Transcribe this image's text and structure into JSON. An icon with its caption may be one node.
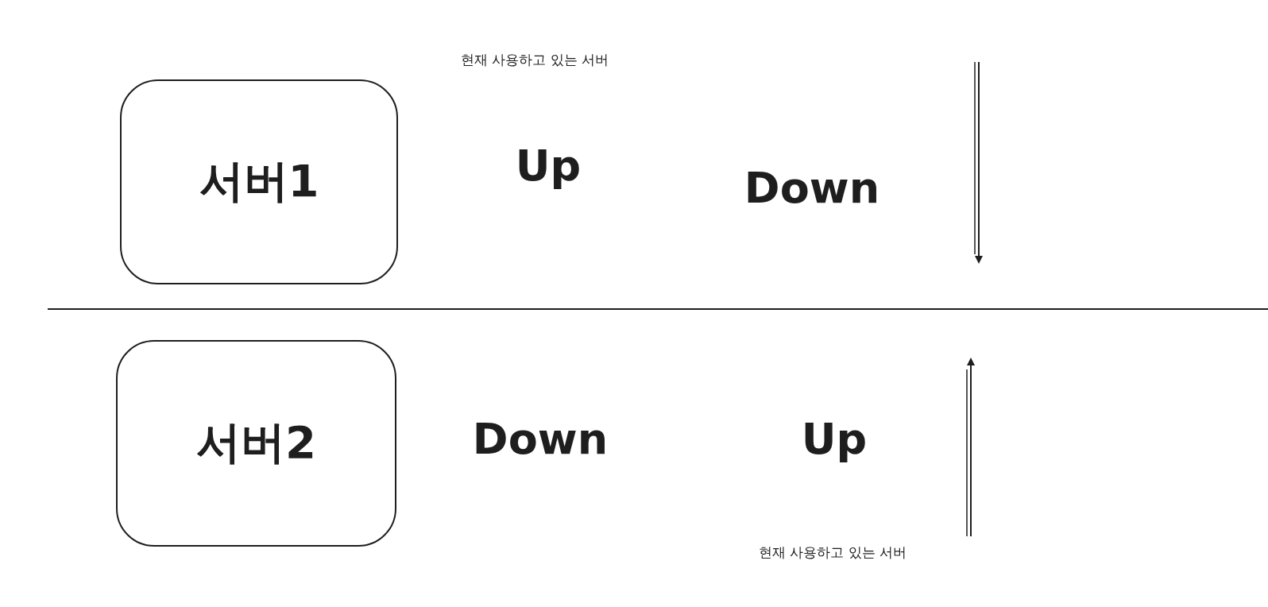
{
  "diagram": {
    "nodes": [
      {
        "text": [
          "서버1"
        ]
      },
      {
        "text": [
          "서버2"
        ]
      }
    ],
    "edges": [],
    "labels": [
      "현재 사용하고 있는 서버",
      "Up",
      "Down",
      "Down",
      "Up",
      "현재 사용하고 있는 서버"
    ]
  }
}
